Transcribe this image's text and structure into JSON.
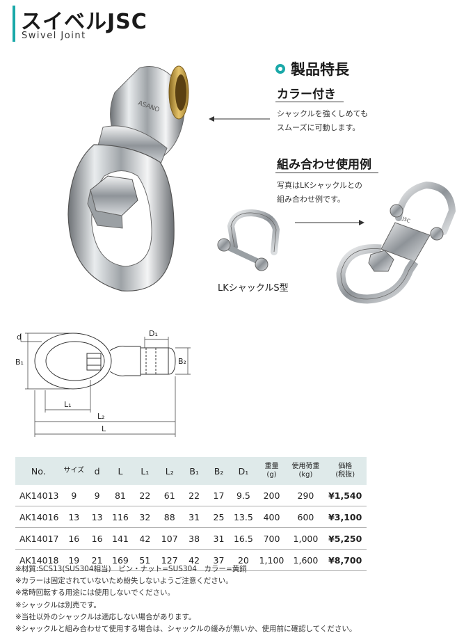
{
  "header": {
    "title": "スイベルJSC",
    "subtitle": "Swivel Joint"
  },
  "features": {
    "heading": "製品特長",
    "collar": {
      "title": "カラー付き",
      "desc_line1": "シャックルを強くしめても",
      "desc_line2": "スムーズに可動します。"
    },
    "combo": {
      "title": "組み合わせ使用例",
      "desc_line1": "写真はLKシャックルとの",
      "desc_line2": "組み合わせ例です。"
    },
    "shackle_label": "LKシャックルS型",
    "product_engraving": "ASANO",
    "combo_engraving": "JSC"
  },
  "diagram": {
    "labels": {
      "d": "d",
      "D1": "D₁",
      "B1": "B₁",
      "B2": "B₂",
      "L1": "L₁",
      "L2": "L₂",
      "L": "L"
    }
  },
  "table": {
    "headers": [
      "No.",
      "サイズ",
      "d",
      "L",
      "L₁",
      "L₂",
      "B₁",
      "B₂",
      "D₁",
      "重量\n(g)",
      "使用荷重\n(kg)",
      "価格\n(税抜)"
    ],
    "rows": [
      [
        "AK14013",
        "9",
        "9",
        "81",
        "22",
        "61",
        "22",
        "17",
        "9.5",
        "200",
        "290",
        "¥1,540"
      ],
      [
        "AK14016",
        "13",
        "13",
        "116",
        "32",
        "88",
        "31",
        "25",
        "13.5",
        "400",
        "600",
        "¥3,100"
      ],
      [
        "AK14017",
        "16",
        "16",
        "141",
        "42",
        "107",
        "38",
        "31",
        "16.5",
        "700",
        "1,000",
        "¥5,250"
      ],
      [
        "AK14018",
        "19",
        "21",
        "169",
        "51",
        "127",
        "42",
        "37",
        "20",
        "1,100",
        "1,600",
        "¥8,700"
      ]
    ]
  },
  "notes": [
    "※材質:SCS13(SUS304相当)　ピン・ナット=SUS304　カラー=黄銅",
    "※カラーは固定されていないため紛失しないようご注意ください。",
    "※常時回転する用途には使用しないでください。",
    "※シャックルは別売です。",
    "※当社以外のシャックルは適応しない場合があります。",
    "※シャックルと組み合わせて使用する場合は、シャックルの緩みが無いか、使用前に確認してください。"
  ],
  "colors": {
    "accent": "#1aa8a8",
    "table_header_bg": "#dfeaea"
  }
}
